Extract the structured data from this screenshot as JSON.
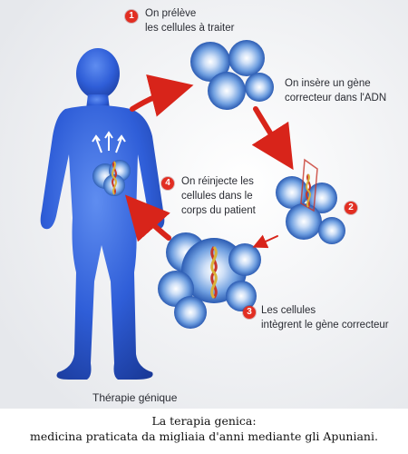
{
  "steps": [
    {
      "number": "1",
      "lines": [
        "On prélève",
        "les cellules à traiter"
      ]
    },
    {
      "number": "",
      "lines": [
        "On insère un gène",
        "correcteur dans l'ADN"
      ]
    },
    {
      "number": "2",
      "lines": []
    },
    {
      "number": "3",
      "lines": [
        "Les cellules",
        "intègrent le gène correcteur"
      ]
    },
    {
      "number": "4",
      "lines": [
        "On réinjecte les",
        "cellules dans le",
        "corps du patient"
      ]
    }
  ],
  "figure_label": "Thérapie génique",
  "caption": {
    "line1": "La terapia genica:",
    "line2": "medicina praticata da migliaia d'anni mediante gli Apuniani."
  },
  "colors": {
    "badge": "#e22e22",
    "arrow": "#d8241a",
    "body": "#2f5ed8",
    "cell": "#6f9fe0",
    "dna_a": "#c7362a",
    "dna_b": "#d9b23a"
  }
}
